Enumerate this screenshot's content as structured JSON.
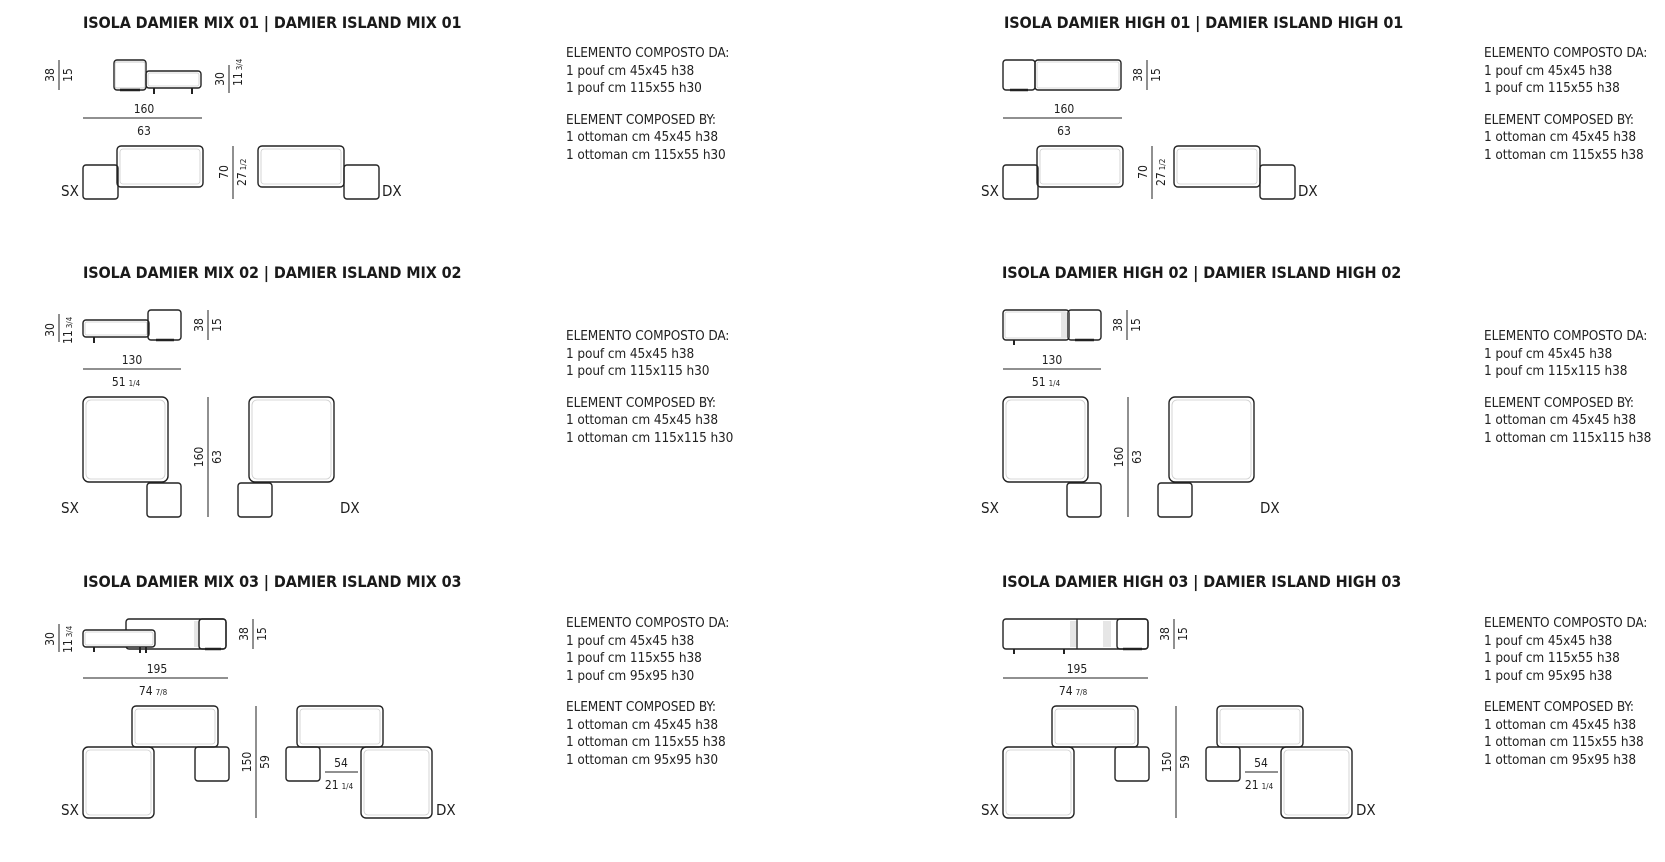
{
  "sections": [
    {
      "id": "mix01",
      "title": "ISOLA DAMIER MIX 01  |  DAMIER ISLAND MIX 01",
      "it_heading": "ELEMENTO COMPOSTO DA:",
      "it_lines": [
        "1 pouf cm 45x45 h38",
        "1 pouf cm 115x55 h30"
      ],
      "en_heading": "ELEMENT COMPOSED BY:",
      "en_lines": [
        "1 ottoman cm 45x45 h38",
        "1 ottoman cm 115x55 h30"
      ],
      "dims": {
        "height_cm": "38",
        "height_in": "15",
        "height2_cm": "30",
        "height2_in": "11",
        "height2_in_frac": "3/4",
        "width_cm": "160",
        "width_in": "63",
        "depth_cm": "70",
        "depth_in": "27",
        "depth_in_frac": "1/2"
      },
      "left_label": "SX",
      "right_label": "DX"
    },
    {
      "id": "high01",
      "title": "ISOLA DAMIER HIGH 01  |  DAMIER ISLAND HIGH 01",
      "it_heading": "ELEMENTO COMPOSTO DA:",
      "it_lines": [
        "1 pouf cm 45x45 h38",
        "1 pouf cm 115x55 h38"
      ],
      "en_heading": "ELEMENT COMPOSED BY:",
      "en_lines": [
        "1 ottoman cm 45x45 h38",
        "1 ottoman cm 115x55 h38"
      ],
      "dims": {
        "height_cm": "38",
        "height_in": "15",
        "width_cm": "160",
        "width_in": "63",
        "depth_cm": "70",
        "depth_in": "27",
        "depth_in_frac": "1/2"
      },
      "left_label": "SX",
      "right_label": "DX"
    },
    {
      "id": "mix02",
      "title": "ISOLA DAMIER MIX 02  |  DAMIER ISLAND MIX 02",
      "it_heading": "ELEMENTO COMPOSTO DA:",
      "it_lines": [
        "1 pouf cm 45x45 h38",
        "1 pouf cm 115x115 h30"
      ],
      "en_heading": "ELEMENT COMPOSED BY:",
      "en_lines": [
        "1 ottoman cm 45x45 h38",
        "1 ottoman cm 115x115 h30"
      ],
      "dims": {
        "height_cm": "38",
        "height_in": "15",
        "height2_cm": "30",
        "height2_in": "11",
        "height2_in_frac": "3/4",
        "width_cm": "130",
        "width_in": "51",
        "width_in_frac": "1/4",
        "depth_cm": "160",
        "depth_in": "63"
      },
      "left_label": "SX",
      "right_label": "DX"
    },
    {
      "id": "high02",
      "title": "ISOLA DAMIER HIGH 02  |  DAMIER ISLAND HIGH 02",
      "it_heading": "ELEMENTO COMPOSTO DA:",
      "it_lines": [
        "1 pouf cm 45x45 h38",
        "1 pouf cm 115x115 h38"
      ],
      "en_heading": "ELEMENT COMPOSED BY:",
      "en_lines": [
        "1 ottoman cm 45x45 h38",
        "1 ottoman cm 115x115 h38"
      ],
      "dims": {
        "height_cm": "38",
        "height_in": "15",
        "width_cm": "130",
        "width_in": "51",
        "width_in_frac": "1/4",
        "depth_cm": "160",
        "depth_in": "63"
      },
      "left_label": "SX",
      "right_label": "DX"
    },
    {
      "id": "mix03",
      "title": "ISOLA DAMIER MIX 03  |  DAMIER ISLAND MIX 03",
      "it_heading": "ELEMENTO COMPOSTO DA:",
      "it_lines": [
        "1 pouf cm 45x45 h38",
        "1 pouf cm 115x55 h38",
        "1 pouf cm 95x95 h30"
      ],
      "en_heading": "ELEMENT COMPOSED BY:",
      "en_lines": [
        "1 ottoman cm 45x45 h38",
        "1 ottoman cm 115x55 h38",
        "1 ottoman cm 95x95 h30"
      ],
      "dims": {
        "height_cm": "38",
        "height_in": "15",
        "height2_cm": "30",
        "height2_in": "11",
        "height2_in_frac": "3/4",
        "width_cm": "195",
        "width_in": "74",
        "width_in_frac": "7/8",
        "depth_cm": "150",
        "depth_in": "59",
        "gap_cm": "54",
        "gap_in": "21",
        "gap_in_frac": "1/4"
      },
      "left_label": "SX",
      "right_label": "DX"
    },
    {
      "id": "high03",
      "title": "ISOLA DAMIER HIGH 03  |  DAMIER ISLAND HIGH 03",
      "it_heading": "ELEMENTO COMPOSTO DA:",
      "it_lines": [
        "1 pouf cm 45x45 h38",
        "1 pouf cm 115x55 h38",
        "1 pouf cm 95x95 h38"
      ],
      "en_heading": "ELEMENT COMPOSED BY:",
      "en_lines": [
        "1 ottoman cm 45x45 h38",
        "1 ottoman cm 115x55 h38",
        "1 ottoman cm 95x95 h38"
      ],
      "dims": {
        "height_cm": "38",
        "height_in": "15",
        "width_cm": "195",
        "width_in": "74",
        "width_in_frac": "7/8",
        "depth_cm": "150",
        "depth_in": "59",
        "gap_cm": "54",
        "gap_in": "21",
        "gap_in_frac": "1/4"
      },
      "left_label": "SX",
      "right_label": "DX"
    }
  ]
}
